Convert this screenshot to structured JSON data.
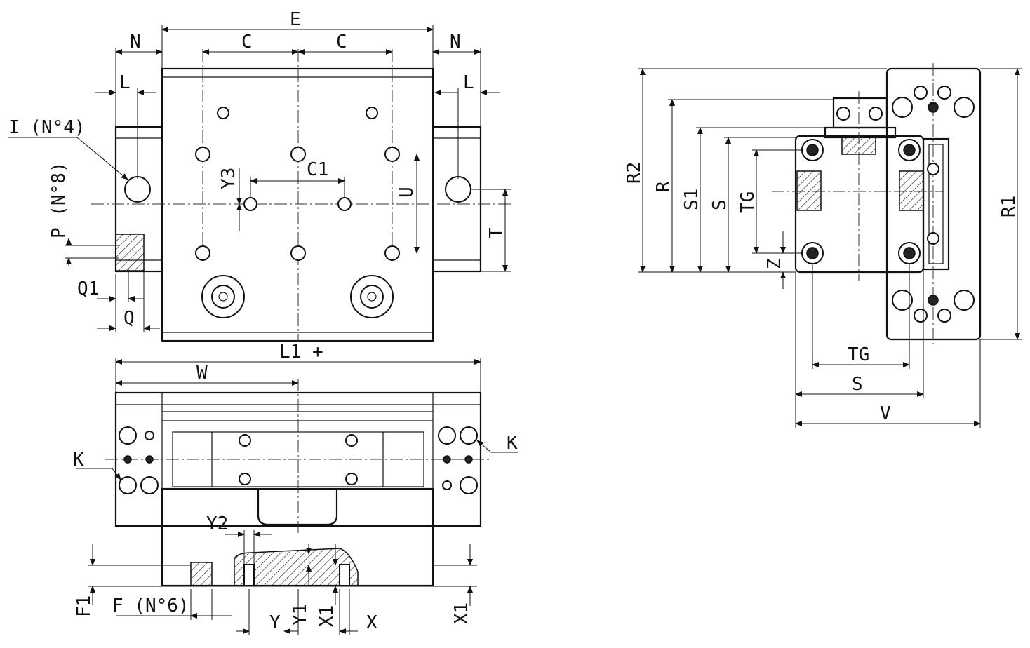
{
  "labels": {
    "E": "E",
    "C": "C",
    "N": "N",
    "L": "L",
    "I": "I (N°4)",
    "P": "P (N°8)",
    "Y3": "Y3",
    "C1": "C1",
    "U": "U",
    "T": "T",
    "Q1": "Q1",
    "Q": "Q",
    "L1": "L1 +",
    "W": "W",
    "K": "K",
    "Y2": "Y2",
    "F1": "F1",
    "F": "F (N°6)",
    "Y": "Y",
    "Y1": "Y1",
    "X1": "X1",
    "X": "X",
    "R2": "R2",
    "R": "R",
    "S1": "S1",
    "S": "S",
    "TG": "TG",
    "Z": "Z",
    "R1": "R1",
    "V": "V"
  }
}
